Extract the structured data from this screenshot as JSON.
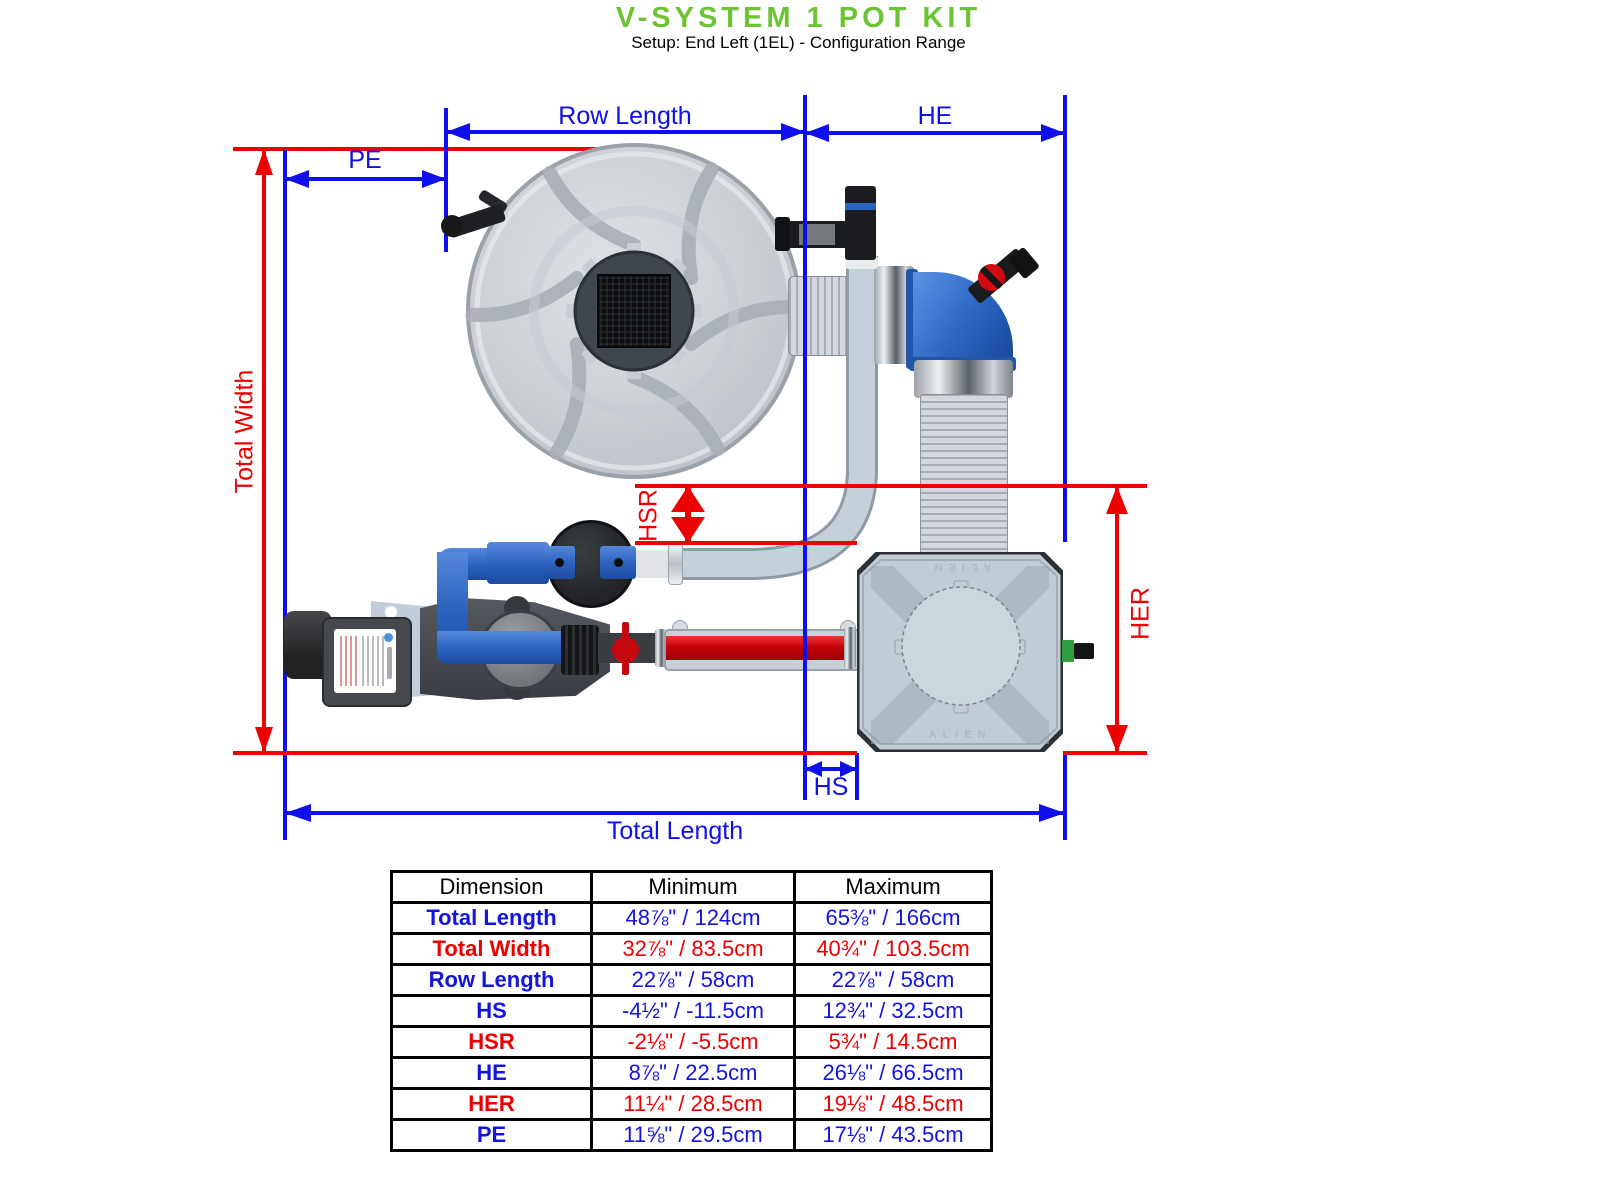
{
  "header": {
    "title": "V-SYSTEM 1 POT KIT",
    "subtitle": "Setup: End Left (1EL) - Configuration Range"
  },
  "colors": {
    "annotation_blue": "#0e0eee",
    "annotation_red": "#ee0000",
    "title_green": "#6cc333",
    "table_blue": "#1414e0",
    "table_red": "#ea0000"
  },
  "diagram": {
    "labels": {
      "row_length": "Row Length",
      "he": "HE",
      "pe": "PE",
      "total_width": "Total Width",
      "hsr": "HSR",
      "her": "HER",
      "hs": "HS",
      "total_length": "Total Length"
    },
    "pot_brand_top": "ALIEN",
    "pot_brand_bottom": "ALIEN"
  },
  "table": {
    "headers": [
      "Dimension",
      "Minimum",
      "Maximum"
    ],
    "rows": [
      {
        "label": "Total Length",
        "min": "48⅞\" / 124cm",
        "max": "65⅜\" / 166cm",
        "color": "blue"
      },
      {
        "label": "Total Width",
        "min": "32⅞\" / 83.5cm",
        "max": "40¾\" / 103.5cm",
        "color": "red"
      },
      {
        "label": "Row Length",
        "min": "22⅞\" / 58cm",
        "max": "22⅞\" / 58cm",
        "color": "blue"
      },
      {
        "label": "HS",
        "min": "-4½\" / -11.5cm",
        "max": "12¾\" / 32.5cm",
        "color": "blue"
      },
      {
        "label": "HSR",
        "min": "-2⅛\" / -5.5cm",
        "max": "5¾\" / 14.5cm",
        "color": "red"
      },
      {
        "label": "HE",
        "min": "8⅞\" / 22.5cm",
        "max": "26⅛\" / 66.5cm",
        "color": "blue"
      },
      {
        "label": "HER",
        "min": "11¼\" / 28.5cm",
        "max": "19⅛\" / 48.5cm",
        "color": "red"
      },
      {
        "label": "PE",
        "min": "11⅝\" / 29.5cm",
        "max": "17⅛\" / 43.5cm",
        "color": "blue"
      }
    ]
  }
}
